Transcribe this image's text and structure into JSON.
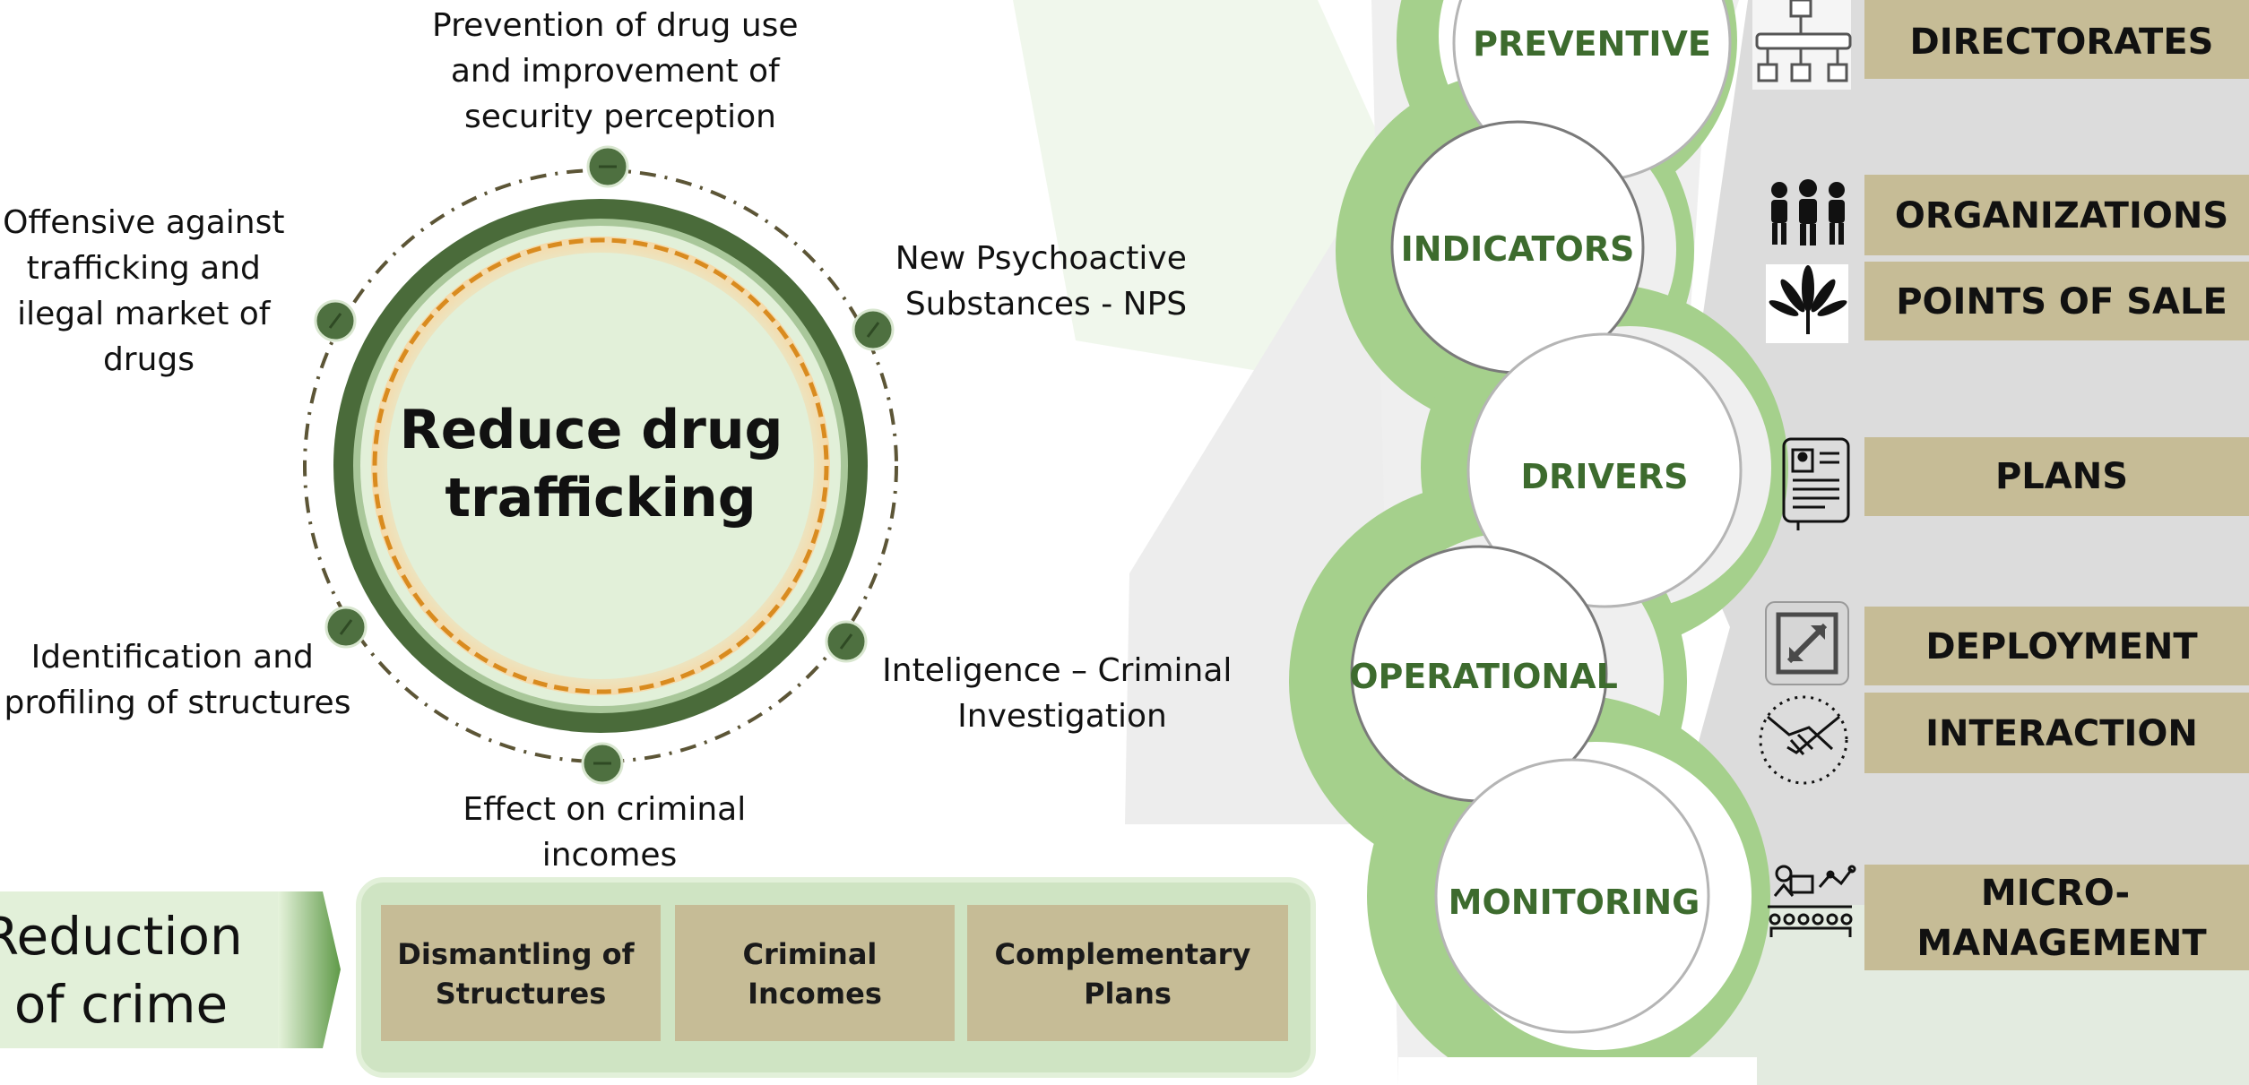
{
  "hub": {
    "title_line1": "Reduce drug",
    "title_line2": "trafficking"
  },
  "hub_labels": [
    {
      "id": "prevention",
      "lines": [
        "Prevention of drug use",
        "and improvement of",
        "security perception"
      ]
    },
    {
      "id": "nps",
      "lines": [
        "New Psychoactive",
        "Substances - NPS"
      ]
    },
    {
      "id": "intelligence",
      "lines": [
        "Inteligence – Criminal",
        "Investigation"
      ]
    },
    {
      "id": "criminal-incomes",
      "lines": [
        "Effect on criminal",
        "incomes"
      ]
    },
    {
      "id": "identification",
      "lines": [
        "Identification and",
        "profiling of structures"
      ]
    },
    {
      "id": "offensive",
      "lines": [
        "Offensive against",
        "trafficking and",
        "ilegal market of",
        "drugs"
      ]
    }
  ],
  "crime": {
    "title_line1": "Reduction",
    "title_line2": "of crime",
    "boxes": [
      {
        "line1": "Dismantling of",
        "line2": "Structures"
      },
      {
        "line1": "Criminal",
        "line2": "Incomes"
      },
      {
        "line1": "Complementary",
        "line2": "Plans"
      }
    ]
  },
  "pillars": [
    "PREVENTIVE",
    "INDICATORS",
    "DRIVERS",
    "OPERATIONAL",
    "MONITORING"
  ],
  "categories": [
    {
      "lines": [
        "DIRECTORATES"
      ],
      "icon": "org-chart-icon"
    },
    {
      "lines": [
        "ORGANIZATIONS"
      ],
      "icon": "people-group-icon"
    },
    {
      "lines": [
        "POINTS OF SALE"
      ],
      "icon": "cannabis-leaf-icon"
    },
    {
      "lines": [
        "PLANS"
      ],
      "icon": "document-icon"
    },
    {
      "lines": [
        "DEPLOYMENT"
      ],
      "icon": "expand-icon"
    },
    {
      "lines": [
        "INTERACTION"
      ],
      "icon": "handshake-icon"
    },
    {
      "lines": [
        "MICRO-",
        "MANAGEMENT"
      ],
      "icon": "presentation-icon"
    }
  ],
  "colors": {
    "dark_green": "#4a6b3a",
    "light_green": "#a5d08c",
    "pale_green": "#e2f0d9",
    "orange": "#e8a33c",
    "tan": "#c6bc96",
    "pillar_text": "#3d6b2e"
  }
}
